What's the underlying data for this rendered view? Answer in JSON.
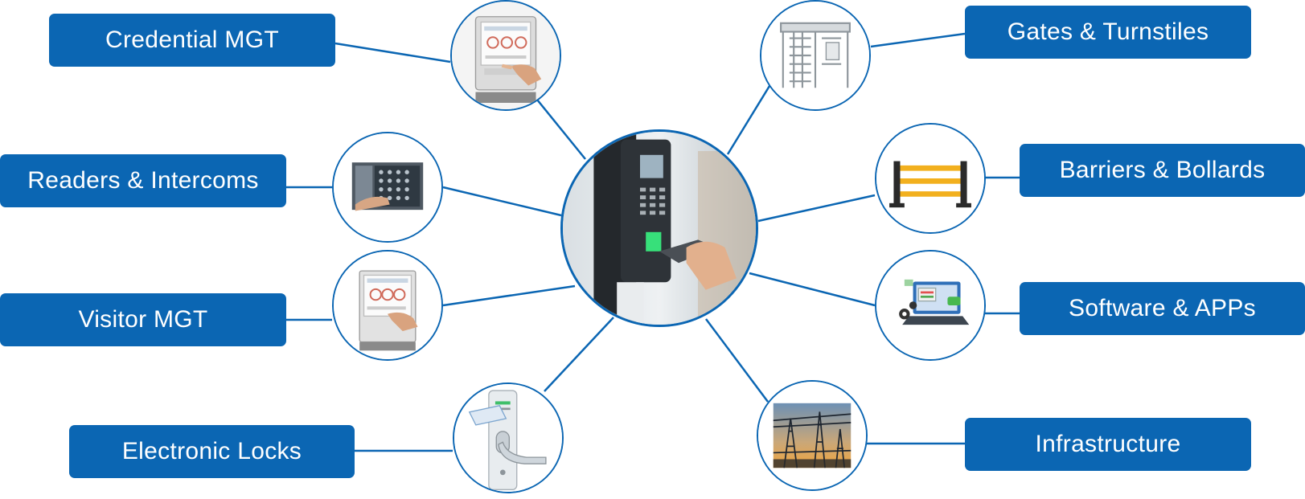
{
  "hub": {
    "icon": "fingerprint-card-reader-icon"
  },
  "nodes": [
    {
      "id": "credential-mgt",
      "label": "Credential MGT",
      "icon": "touchscreen-kiosk-icon"
    },
    {
      "id": "readers-intercoms",
      "label": "Readers & Intercoms",
      "icon": "intercom-panel-icon"
    },
    {
      "id": "visitor-mgt",
      "label": "Visitor MGT",
      "icon": "touchscreen-kiosk-icon"
    },
    {
      "id": "electronic-locks",
      "label": "Electronic Locks",
      "icon": "keycard-door-lock-icon"
    },
    {
      "id": "gates-turnstiles",
      "label": "Gates & Turnstiles",
      "icon": "full-height-turnstile-icon"
    },
    {
      "id": "barriers-bollards",
      "label": "Barriers & Bollards",
      "icon": "barrier-bollard-icon"
    },
    {
      "id": "software-apps",
      "label": "Software & APPs",
      "icon": "laptop-software-icon"
    },
    {
      "id": "infrastructure",
      "label": "Infrastructure",
      "icon": "power-substation-icon"
    }
  ],
  "colors": {
    "accent": "#0b66b3",
    "label_text": "#ffffff",
    "background": "#ffffff"
  }
}
